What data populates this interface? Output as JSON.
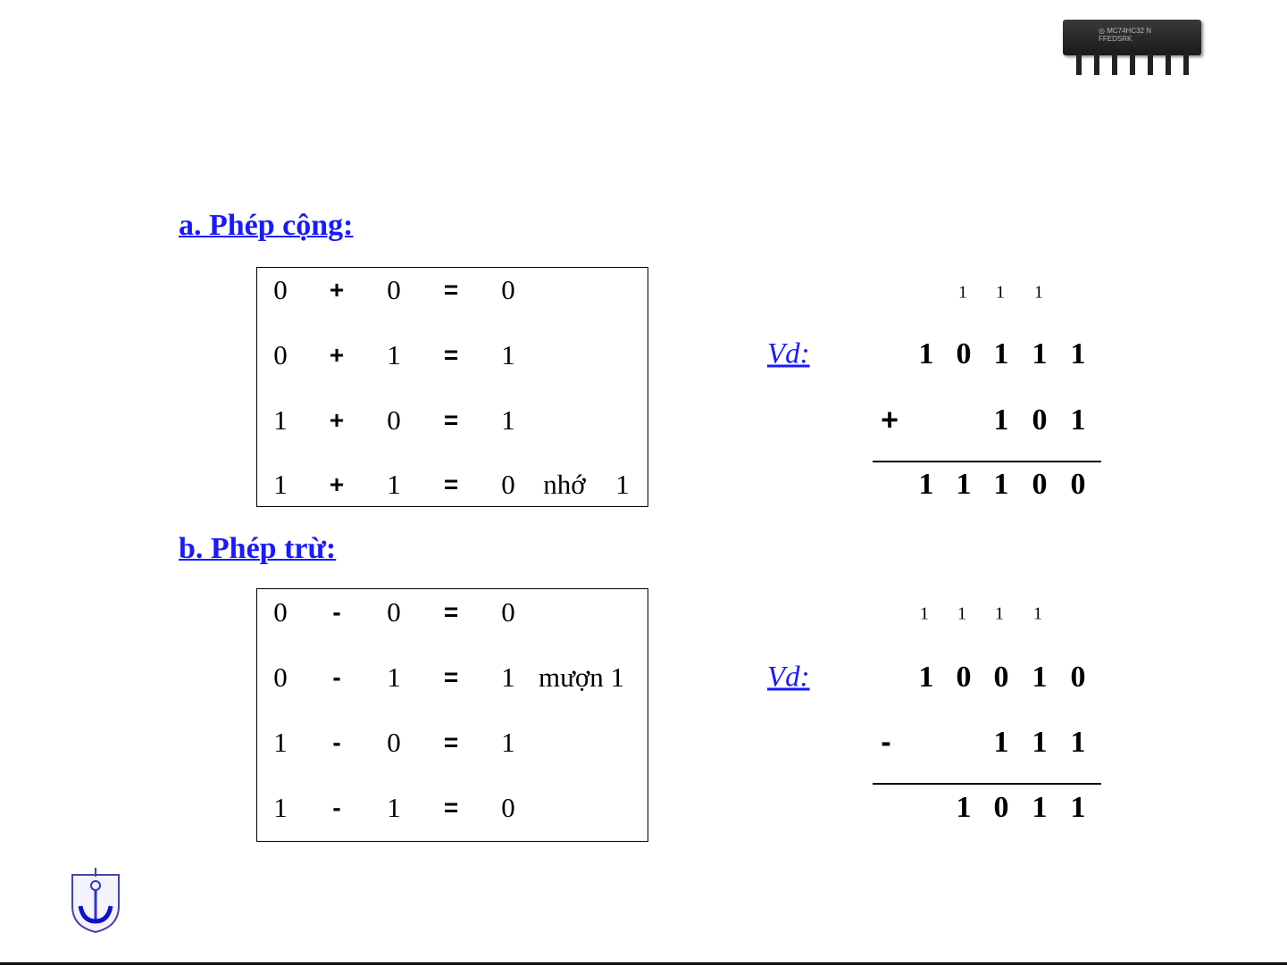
{
  "addition": {
    "heading": "a. Phép cộng:",
    "rules": [
      [
        "0",
        "+",
        "0",
        "=",
        "0",
        "",
        ""
      ],
      [
        "0",
        "+",
        "1",
        "=",
        "1",
        "",
        ""
      ],
      [
        "1",
        "+",
        "0",
        "=",
        "1",
        "",
        ""
      ],
      [
        "1",
        "+",
        "1",
        "=",
        "0",
        "nhớ",
        "1"
      ]
    ],
    "example": {
      "label": "Vd:",
      "carries": [
        "1",
        "1",
        "1"
      ],
      "operand1": [
        "1",
        "0",
        "1",
        "1",
        "1"
      ],
      "operator": "+",
      "operand2": [
        "1",
        "0",
        "1"
      ],
      "result": [
        "1",
        "1",
        "1",
        "0",
        "0"
      ]
    }
  },
  "subtraction": {
    "heading": "b. Phép trừ:",
    "rules": [
      [
        "0",
        "-",
        "0",
        "=",
        "0",
        "",
        ""
      ],
      [
        "0",
        "-",
        "1",
        "=",
        "1",
        "mượn 1",
        ""
      ],
      [
        "1",
        "-",
        "0",
        "=",
        "1",
        "",
        ""
      ],
      [
        "1",
        "-",
        "1",
        "=",
        "0",
        "",
        ""
      ]
    ],
    "example": {
      "label": "Vd:",
      "carries": [
        "1",
        "1",
        "1",
        "1"
      ],
      "operand1": [
        "1",
        "0",
        "0",
        "1",
        "0"
      ],
      "operator": "-",
      "operand2": [
        "1",
        "1",
        "1"
      ],
      "result": [
        "1",
        "0",
        "1",
        "1"
      ]
    }
  },
  "images": {
    "chip": "ic-chip",
    "logo": "anchor-shield-logo"
  }
}
